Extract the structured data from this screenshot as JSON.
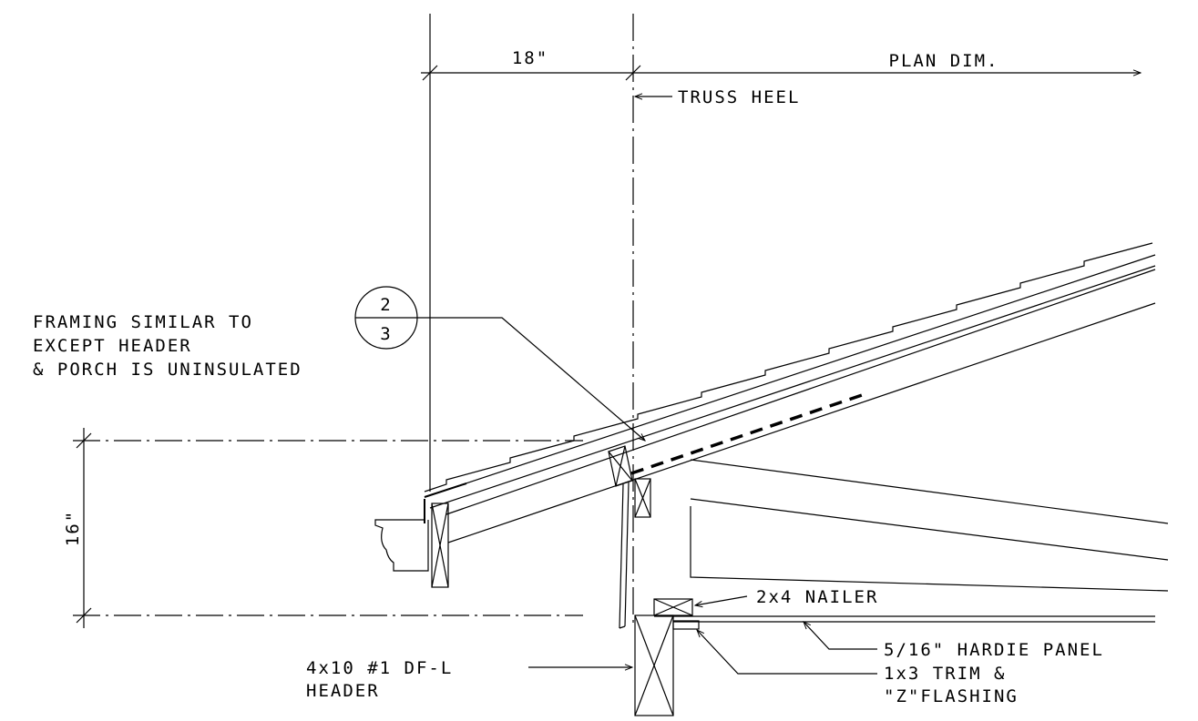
{
  "dimensions": {
    "overhang": "18\"",
    "plan": "PLAN DIM.",
    "height": "16\""
  },
  "callouts": {
    "truss_heel": "TRUSS HEEL",
    "framing_note": [
      "FRAMING SIMILAR TO",
      "EXCEPT HEADER",
      "& PORCH IS UNINSULATED"
    ],
    "nailer": "2x4 NAILER",
    "hardie": "5/16\" HARDIE PANEL",
    "trim": [
      "1x3 TRIM &",
      "\"Z\"FLASHING"
    ],
    "header": [
      "4x10 #1 DF-L",
      "HEADER"
    ]
  },
  "detail_reference": {
    "detail": "2",
    "sheet": "3"
  }
}
